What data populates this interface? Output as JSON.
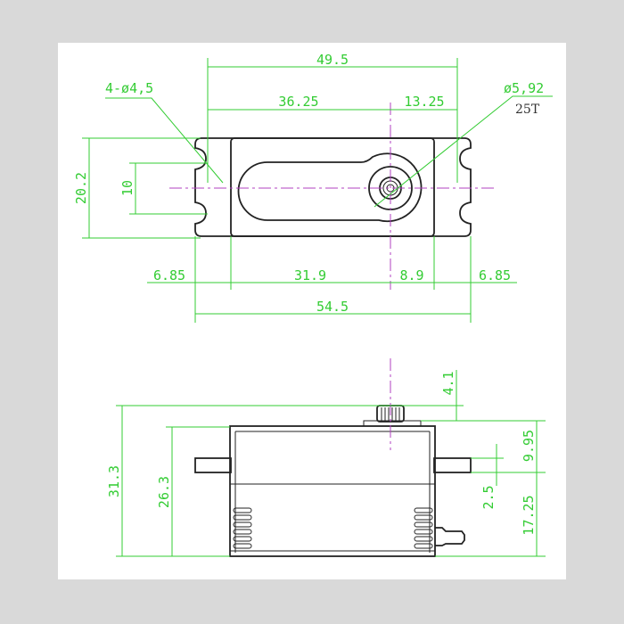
{
  "colors": {
    "dimension": "#33cc33",
    "outline": "#222222",
    "centerline": "#b040c0",
    "background": "#d9d9d9",
    "panel": "#ffffff"
  },
  "top_view": {
    "overall_hole_spacing": "49.5",
    "mount_holes": "4-ø4,5",
    "hole_to_shaft": "36.25",
    "shaft_to_hole": "13.25",
    "spline_diameter": "ø5,92",
    "spline_teeth": "25T",
    "body_height": "20.2",
    "hole_vertical_spacing": "10",
    "tab_left": "6.85",
    "body_to_shaft": "31.9",
    "shaft_to_body": "8.9",
    "tab_right": "6.85",
    "overall_length": "54.5"
  },
  "side_view": {
    "spline_height": "4.1",
    "overall_height": "31.3",
    "case_height": "26.3",
    "top_to_flange": "9.95",
    "flange_thickness": "2.5",
    "flange_to_bottom": "17.25"
  }
}
